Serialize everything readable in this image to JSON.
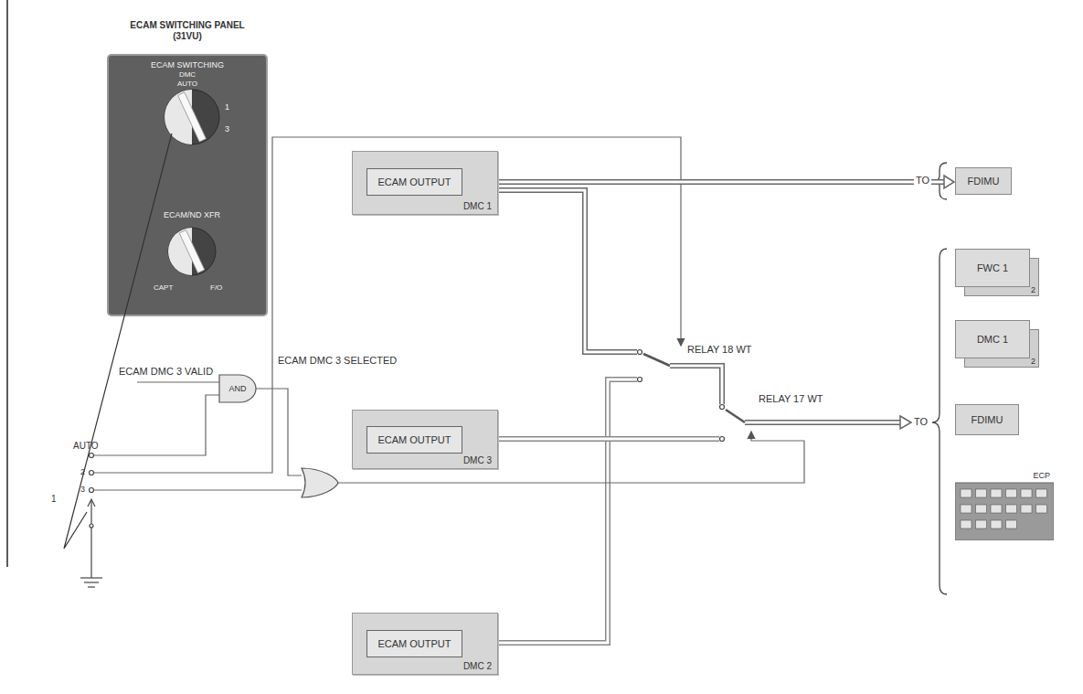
{
  "diagram": {
    "nodes": [
      {
        "text": [
          "ECAM SWITCHING PANEL (31VU)",
          "ECAM SWITCHING",
          "DMC",
          "AUTO",
          "1",
          "3",
          "ECAM/ND XFR",
          "CAPT",
          "F/O"
        ]
      },
      {
        "text": [
          "DMC 1"
        ]
      },
      {
        "text": [
          "ECAM OUTPUT"
        ],
        "in": 1
      },
      {
        "text": [
          "FDIMU"
        ]
      },
      {
        "text": [
          "FWC 1",
          "2"
        ]
      },
      {
        "text": [
          "DMC 1",
          "2"
        ]
      },
      {
        "text": [
          "AND"
        ]
      },
      {
        "text": [
          "DMC 3"
        ]
      },
      {
        "text": [
          "ECAM OUTPUT"
        ],
        "in": 7
      },
      {
        "text": [
          "FDIMU"
        ]
      },
      {
        "text": [
          "ECP"
        ]
      },
      {
        "text": [
          "DMC 2"
        ]
      },
      {
        "text": [
          "ECAM OUTPUT"
        ],
        "in": 11
      }
    ],
    "edges": [
      {
        "from": 2,
        "to": 3,
        "arrow": "to"
      }
    ],
    "labels": [
      "TO",
      "TO",
      "RELAY 18 WT",
      "RELAY 17 WT",
      "ECAM DMC 3 VALID",
      "ECAM DMC 3 SELECTED",
      "AUTO",
      "1",
      "2",
      "3"
    ]
  }
}
